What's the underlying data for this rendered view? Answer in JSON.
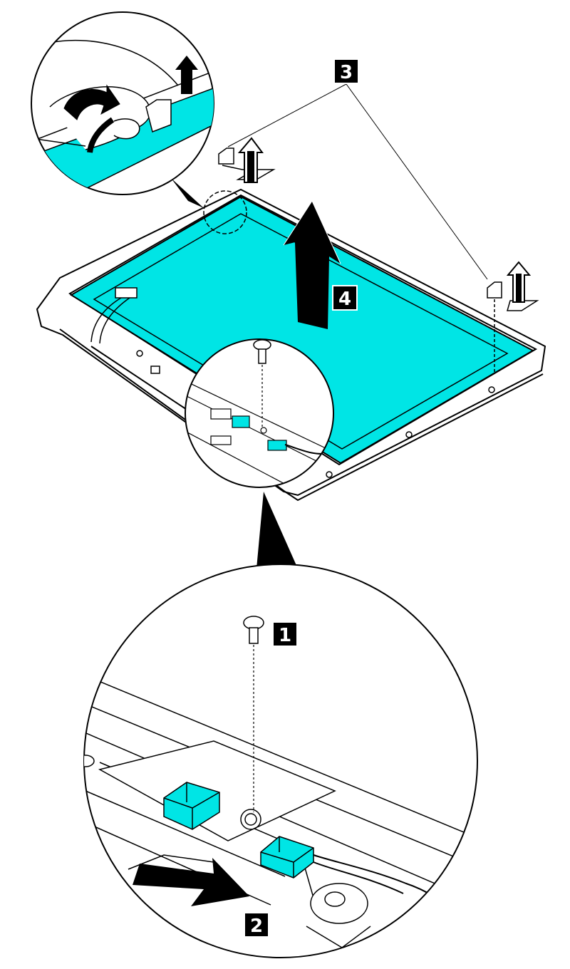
{
  "steps": {
    "step1": "1",
    "step2": "2",
    "step3": "3",
    "step4": "4"
  },
  "colors": {
    "panel_fill": "#00e5e5",
    "line": "#000000",
    "background": "#ffffff"
  },
  "icons": {
    "screw": "screw-icon",
    "arrow_up": "arrow-up-icon",
    "arrow_curved": "curved-arrow-icon",
    "latch": "latch-icon",
    "connector": "connector-icon"
  }
}
